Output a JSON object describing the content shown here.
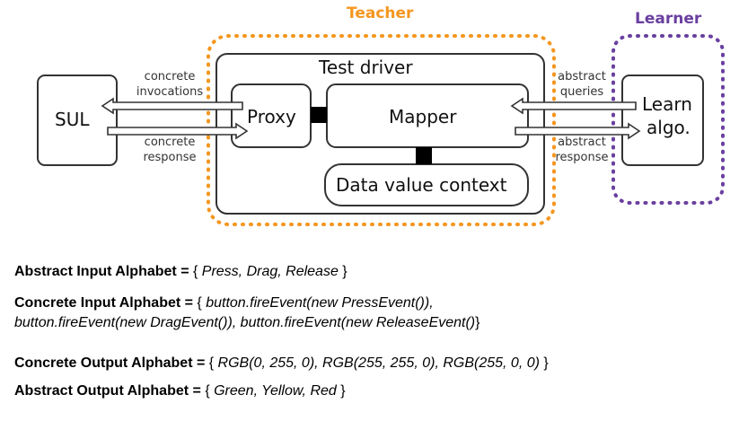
{
  "diagram": {
    "teacher_title": "Teacher",
    "learner_title": "Learner",
    "sul": "SUL",
    "test_driver": "Test driver",
    "proxy": "Proxy",
    "mapper": "Mapper",
    "data_value_context": "Data value context",
    "learn_algo_line1": "Learn",
    "learn_algo_line2": "algo.",
    "concrete_invocations_1": "concrete",
    "concrete_invocations_2": "invocations",
    "concrete_response_1": "concrete",
    "concrete_response_2": "response",
    "abstract_queries_1": "abstract",
    "abstract_queries_2": "queries",
    "abstract_response_1": "abstract",
    "abstract_response_2": "response",
    "colors": {
      "teacher": "#f5961e",
      "learner": "#6a3fa0",
      "box": "#333333"
    }
  },
  "alphabets": {
    "abstract_input_label": "Abstract Input Alphabet",
    "abstract_input_eq": " = ",
    "abstract_input_value": "{ ",
    "abstract_input_items": "Press, Drag, Release",
    "abstract_input_close": " }",
    "concrete_input_label": "Concrete Input Alphabet = ",
    "concrete_input_open": "{ ",
    "concrete_input_line1": "button.fireEvent(new PressEvent()),",
    "concrete_input_line2": "button.fireEvent(new DragEvent()), button.fireEvent(new  ReleaseEvent()",
    "concrete_input_close": "}",
    "concrete_output_label": "Concrete Output Alphabet = ",
    "concrete_output_open": "{ ",
    "concrete_output_items": "RGB(0, 255, 0), RGB(255, 255, 0), RGB(255, 0, 0)",
    "concrete_output_close": " }",
    "abstract_output_label": "Abstract Output Alphabet",
    "abstract_output_eq": "  = ",
    "abstract_output_open": "{ ",
    "abstract_output_items": "Green, Yellow, Red",
    "abstract_output_close": " }"
  }
}
